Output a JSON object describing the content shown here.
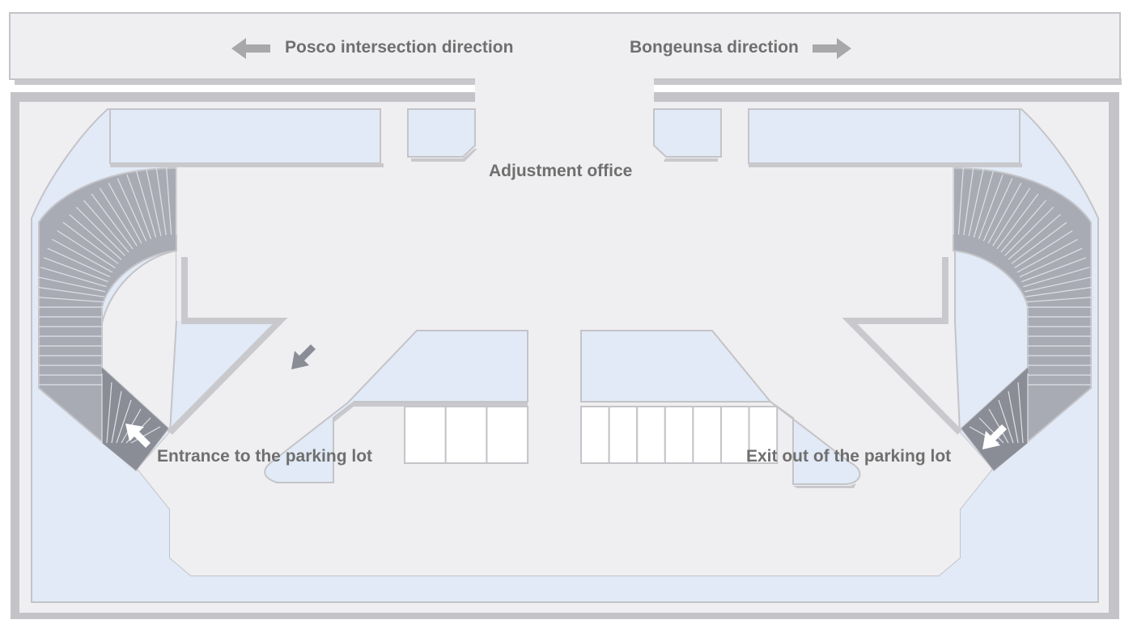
{
  "labels": {
    "left_direction": "Posco intersection direction",
    "right_direction": "Bongeunsa direction",
    "adjustment_office": "Adjustment office",
    "entrance": "Entrance to the parking lot",
    "exit": "Exit out of the parking lot"
  },
  "colors": {
    "road": "#efeff1",
    "block": "#e1eaf6",
    "outline": "#c4c4c8",
    "shadow": "#c9c9cd",
    "ramp": "#a8abb4",
    "ramp_dark": "#8a8d96",
    "arrow": "#a8a8ab",
    "arrow_dark": "#8a8d96",
    "label": "#6f6f6f",
    "space": "#ffffff"
  },
  "icons": {
    "left_arrow": "arrow-left-icon",
    "right_arrow": "arrow-right-icon",
    "entrance_arrow": "arrow-up-left-icon",
    "exit_arrow": "arrow-down-left-icon",
    "flow_arrow": "arrow-down-left-icon"
  },
  "parking": {
    "left_spaces": 3,
    "right_spaces": 7
  }
}
